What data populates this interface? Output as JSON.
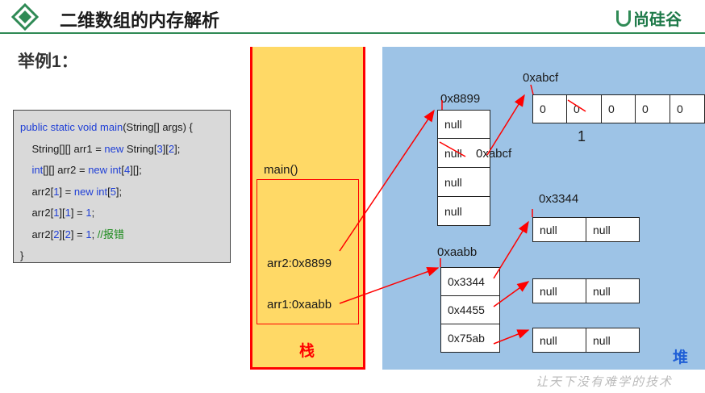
{
  "header": {
    "title": "二维数组的内存解析",
    "brand": "尚硅谷"
  },
  "example_title": "举例1：",
  "code_lines": [
    "public static void main(String[] args) {",
    "    String[][] arr1 = new String[3][2];",
    "    int[][] arr2 = new int[4][];",
    "    arr2[1] = new int[5];",
    "    arr2[1][1] = 1;",
    "    arr2[2][2] = 1; //报错",
    "}"
  ],
  "stack": {
    "label": "栈",
    "frame_label": "main()",
    "vars": [
      "arr2:0x8899",
      "arr1:0xaabb"
    ]
  },
  "heap": {
    "label": "堆",
    "addr_8899": "0x8899",
    "outer_arr2": [
      "null",
      "null",
      "null",
      "null"
    ],
    "addr_abcf": "0xabcf",
    "arr_abcf": [
      "0",
      "0",
      "0",
      "0",
      "0"
    ],
    "value_one": "1",
    "addr_abcf_ref": "0xabcf",
    "addr_3344": "0x3344",
    "addr_aabb": "0xaabb",
    "outer_arr1": [
      "0x3344",
      "0x4455",
      "0x75ab"
    ],
    "inner_a": [
      "null",
      "null"
    ],
    "inner_b": [
      "null",
      "null"
    ],
    "inner_c": [
      "null",
      "null"
    ]
  },
  "footer": "让天下没有难学的技术",
  "colors": {
    "accent": "#2f8a55",
    "arrow": "#ff0000",
    "stack_bg": "#ffd966",
    "heap_bg": "#9dc3e6"
  }
}
